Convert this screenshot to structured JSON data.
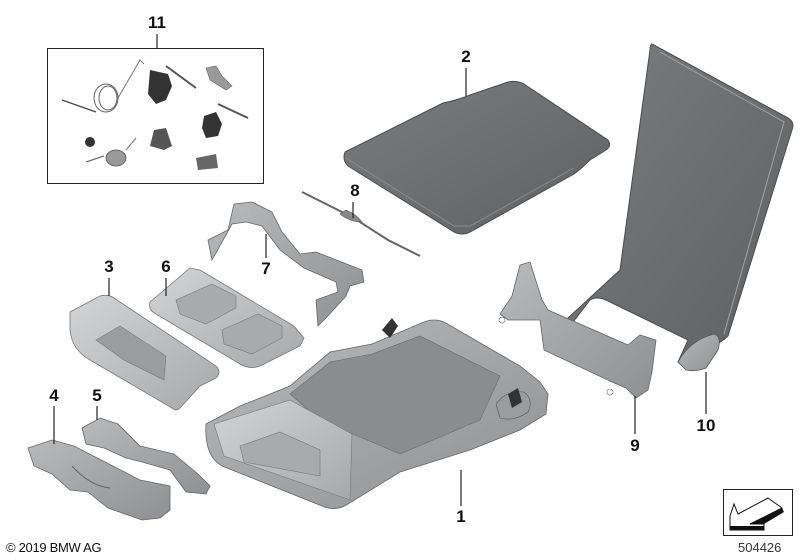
{
  "diagram": {
    "title": "Rear seat center armrest parts diagram",
    "copyright": "© 2019 BMW AG",
    "image_number": "504426",
    "nav_icon": "arrow-back-icon",
    "colors": {
      "background": "#ffffff",
      "part_dark_gray": "#6f7173",
      "part_mid_gray": "#9a9c9e",
      "part_light_gray": "#bfc1c3",
      "line": "#222222"
    },
    "callouts": [
      {
        "number": "1",
        "part": "armrest-base"
      },
      {
        "number": "2",
        "part": "armrest-cover-pad"
      },
      {
        "number": "3",
        "part": "front-trim-cover"
      },
      {
        "number": "4",
        "part": "cup-holder-frame"
      },
      {
        "number": "5",
        "part": "cup-holder-insert"
      },
      {
        "number": "6",
        "part": "storage-tray-insert"
      },
      {
        "number": "7",
        "part": "support-bracket"
      },
      {
        "number": "8",
        "part": "wire-frame"
      },
      {
        "number": "9",
        "part": "hinge-bracket"
      },
      {
        "number": "10",
        "part": "armrest-backrest-panel"
      },
      {
        "number": "11",
        "part": "small-parts-kit"
      }
    ]
  }
}
